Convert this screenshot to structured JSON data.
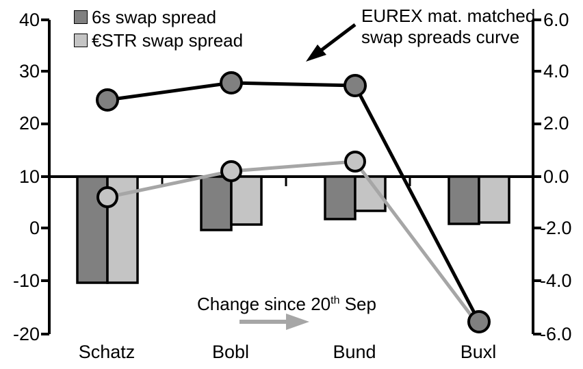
{
  "chart_data": {
    "type": "bar",
    "title": "",
    "subtitle": "",
    "xlabel": "",
    "ylabel": "",
    "categories": [
      "Schatz",
      "Bobl",
      "Bund",
      "Buxl"
    ],
    "grid": false,
    "legend_position": "top-left",
    "left_axis": {
      "ticks": [
        "40",
        "30",
        "20",
        "10",
        "0",
        "-10",
        "-20"
      ],
      "values": [
        40,
        30,
        20,
        10,
        0,
        -10,
        -20
      ],
      "ylim": [
        -20,
        40
      ],
      "zero_reference_value": 10
    },
    "right_axis": {
      "ticks": [
        "6.0",
        "4.0",
        "2.0",
        "0.0",
        "-2.0",
        "-4.0",
        "-6.0"
      ],
      "values": [
        6.0,
        4.0,
        2.0,
        0.0,
        -2.0,
        -4.0,
        -6.0
      ],
      "ylim": [
        -6.0,
        6.0
      ],
      "zero_reference_value": 0.0
    },
    "series": [
      {
        "name": "6s swap spread",
        "type": "bar",
        "axis": "left",
        "color": "#808080",
        "values": [
          -10.3,
          -0.1,
          1.9,
          1.0
        ]
      },
      {
        "name": "€STR swap spread",
        "type": "bar",
        "axis": "left",
        "color": "#c4c4c4",
        "values": [
          -10.3,
          0.9,
          3.4,
          1.1
        ]
      },
      {
        "name": "EUREX mat. matched swap spreads curve",
        "type": "line",
        "axis": "left",
        "color": "#000000",
        "marker_fill": "#808080",
        "values": [
          24.6,
          27.9,
          27.3,
          -18.1
        ]
      },
      {
        "name": "Change since 20th Sep",
        "type": "line",
        "axis": "left",
        "color": "#a6a6a6",
        "marker_fill": "#c4c4c4",
        "values": [
          6.1,
          10.6,
          12.8,
          -18.6
        ]
      }
    ]
  },
  "legend": {
    "items": [
      {
        "label": "6s swap spread",
        "swatch": "dark"
      },
      {
        "label": "€STR swap spread",
        "swatch": "light"
      }
    ]
  },
  "annotations": {
    "eurex": {
      "line1": "EUREX mat. matched",
      "line2": "swap spreads curve",
      "arrow_icon": "arrow-down-left-icon"
    },
    "change": {
      "prefix": "Change since 20",
      "ordinal": "th",
      "suffix": " Sep",
      "arrow_icon": "arrow-right-icon"
    }
  },
  "colors": {
    "bar_dark": "#808080",
    "bar_light": "#c4c4c4",
    "line_black": "#000000",
    "line_gray": "#a6a6a6",
    "axis": "#000000",
    "background": "#ffffff"
  }
}
